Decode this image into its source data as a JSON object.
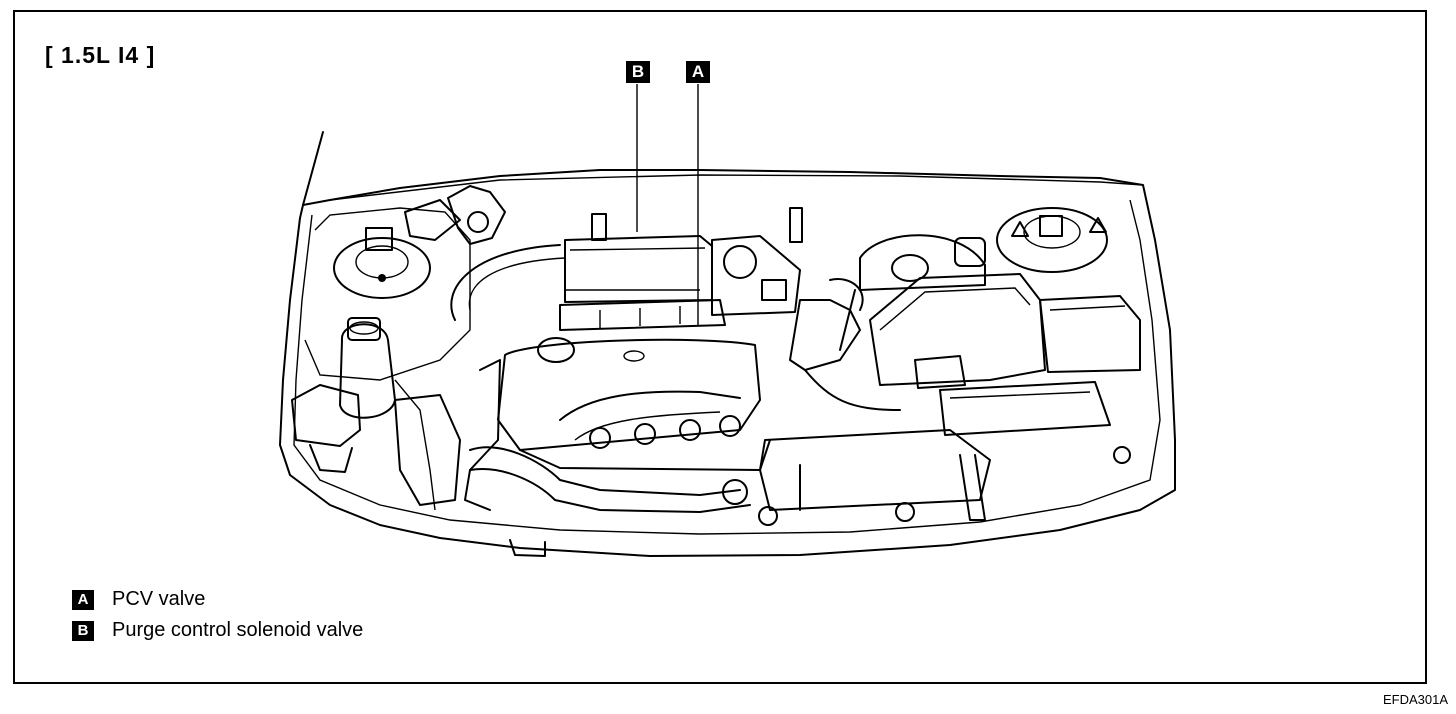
{
  "title": "[ 1.5L I4 ]",
  "callouts": [
    {
      "letter": "B",
      "description": "Purge control solenoid valve"
    },
    {
      "letter": "A",
      "description": "PCV valve"
    }
  ],
  "legend": [
    {
      "letter": "A",
      "text": "PCV valve"
    },
    {
      "letter": "B",
      "text": "Purge control solenoid valve"
    }
  ],
  "figure_code": "EFDA301A"
}
